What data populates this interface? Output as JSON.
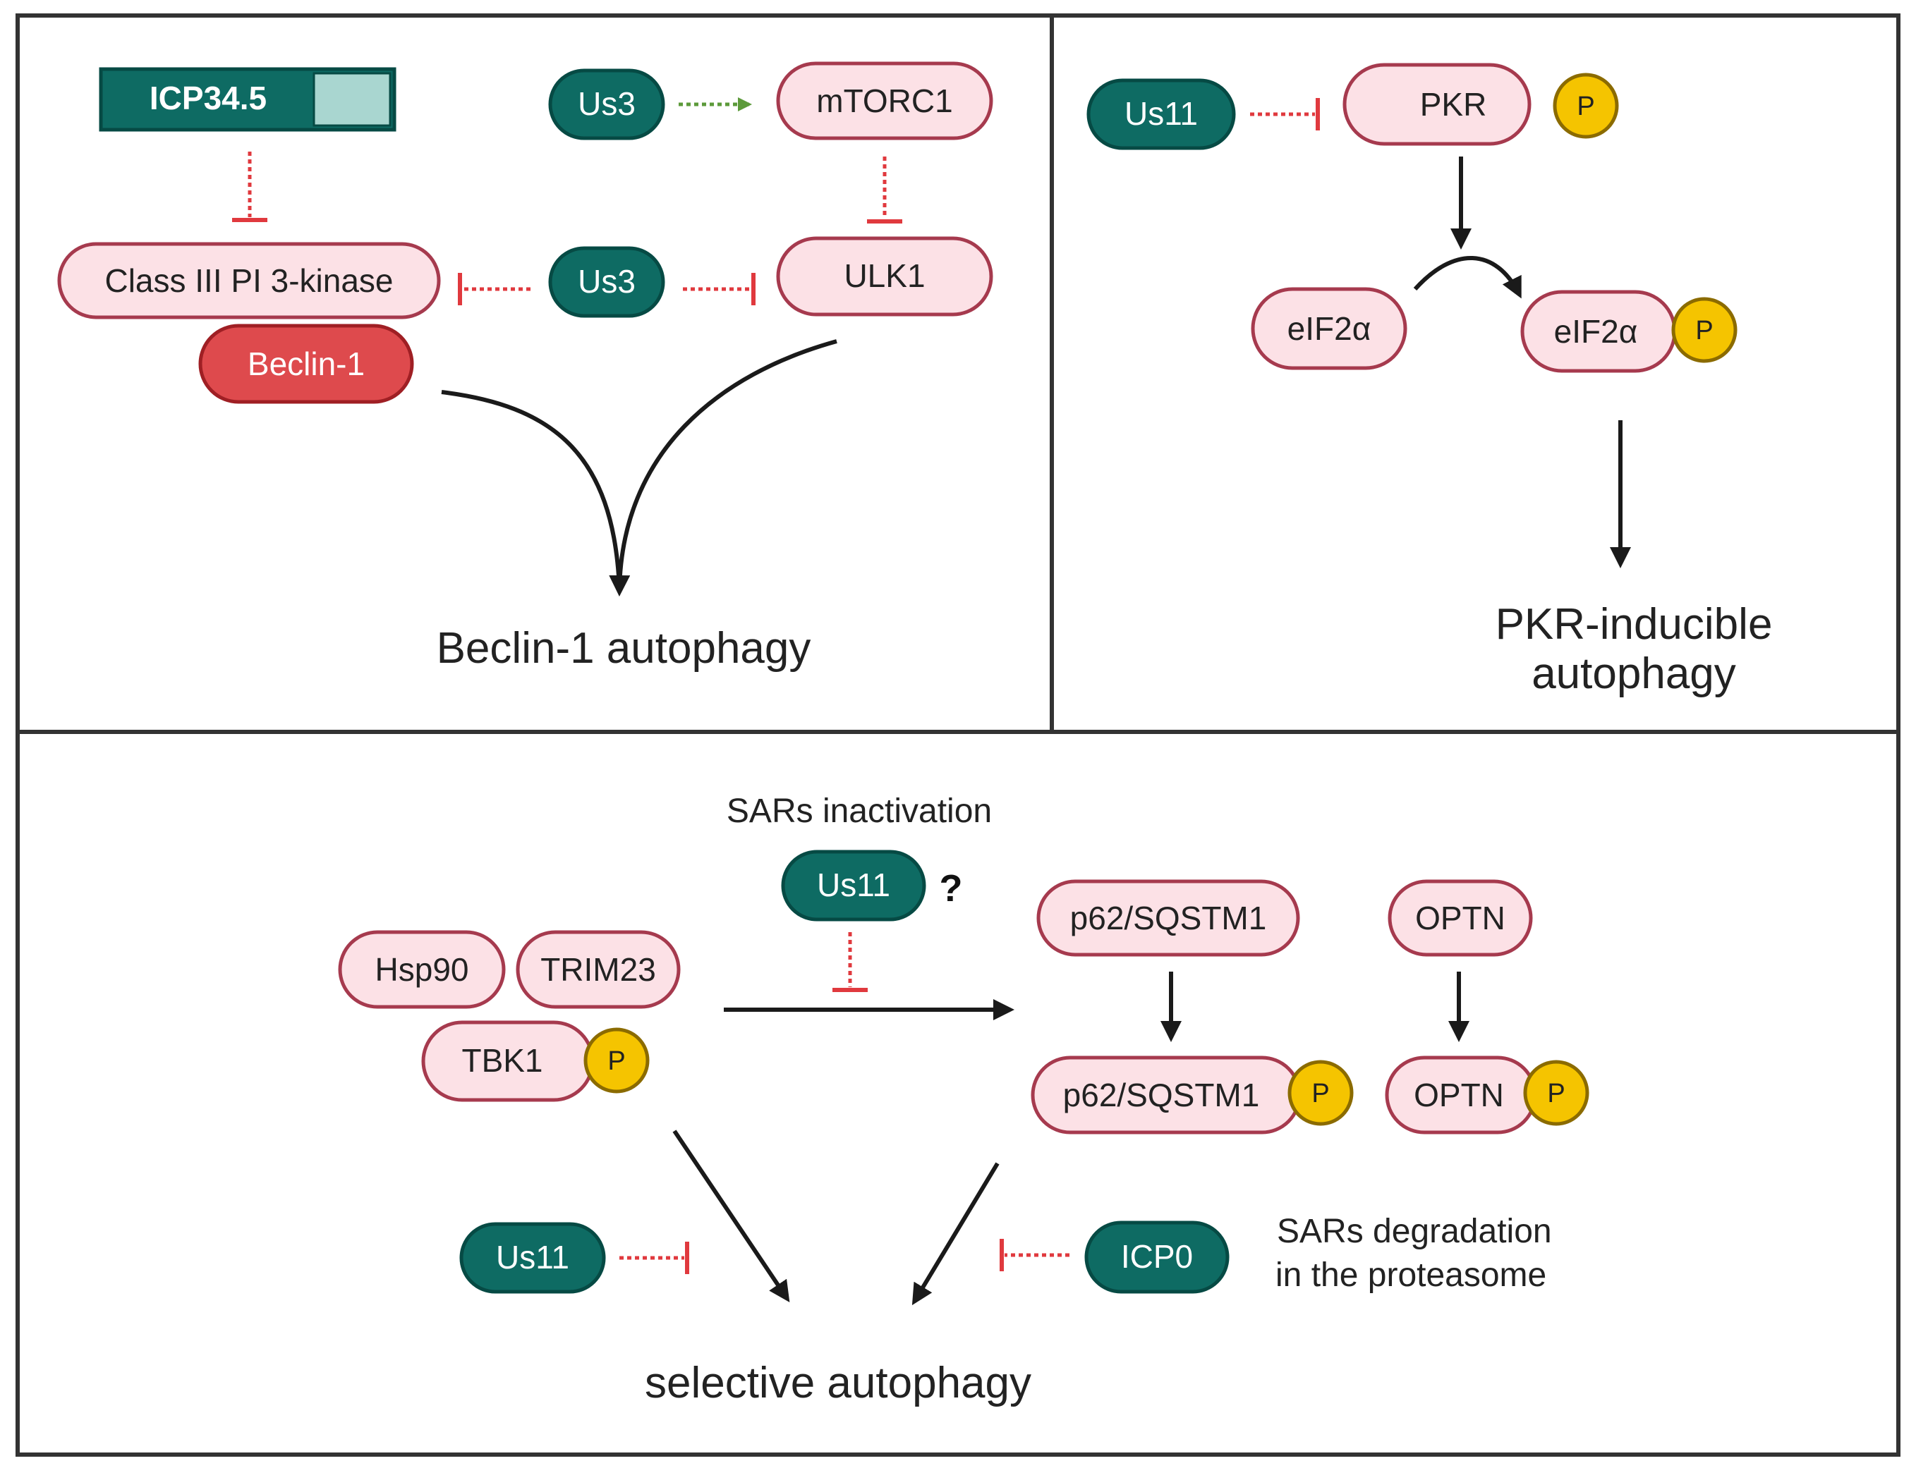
{
  "panels": {
    "beclin": {
      "nodes": {
        "icp345": "ICP34.5",
        "us3_top": "Us3",
        "mtorc1": "mTORC1",
        "pi3k": "Class III PI 3-kinase",
        "us3_mid": "Us3",
        "ulk1": "ULK1",
        "beclin1": "Beclin-1"
      },
      "outcome": "Beclin-1 autophagy"
    },
    "pkr": {
      "nodes": {
        "us11": "Us11",
        "pkr": "PKR",
        "eif2a": "eIF2α",
        "eif2a_p": "eIF2α"
      },
      "outcome_line1": "PKR-inducible",
      "outcome_line2": "autophagy"
    },
    "selective": {
      "sars_inactivation": "SARs inactivation",
      "question_mark": "?",
      "nodes": {
        "us11_top": "Us11",
        "hsp90": "Hsp90",
        "trim23": "TRIM23",
        "tbk1": "TBK1",
        "p62": "p62/SQSTM1",
        "p62_p": "p62/SQSTM1",
        "optn": "OPTN",
        "optn_p": "OPTN",
        "us11_bottom": "Us11",
        "icp0": "ICP0"
      },
      "sars_degradation_line1": "SARs degradation",
      "sars_degradation_line2": "in the proteasome",
      "outcome": "selective autophagy"
    }
  },
  "phospho_label": "P",
  "colors": {
    "viral_protein": "#0e6b63",
    "host_protein": "#fce1e6",
    "host_protein_border": "#a63a4e",
    "beclin": "#de4a4d",
    "phosphate": "#f5c400",
    "inhibition": "#e0393e",
    "activation": "#5c9a3a",
    "arrow": "#1a1a1a"
  }
}
